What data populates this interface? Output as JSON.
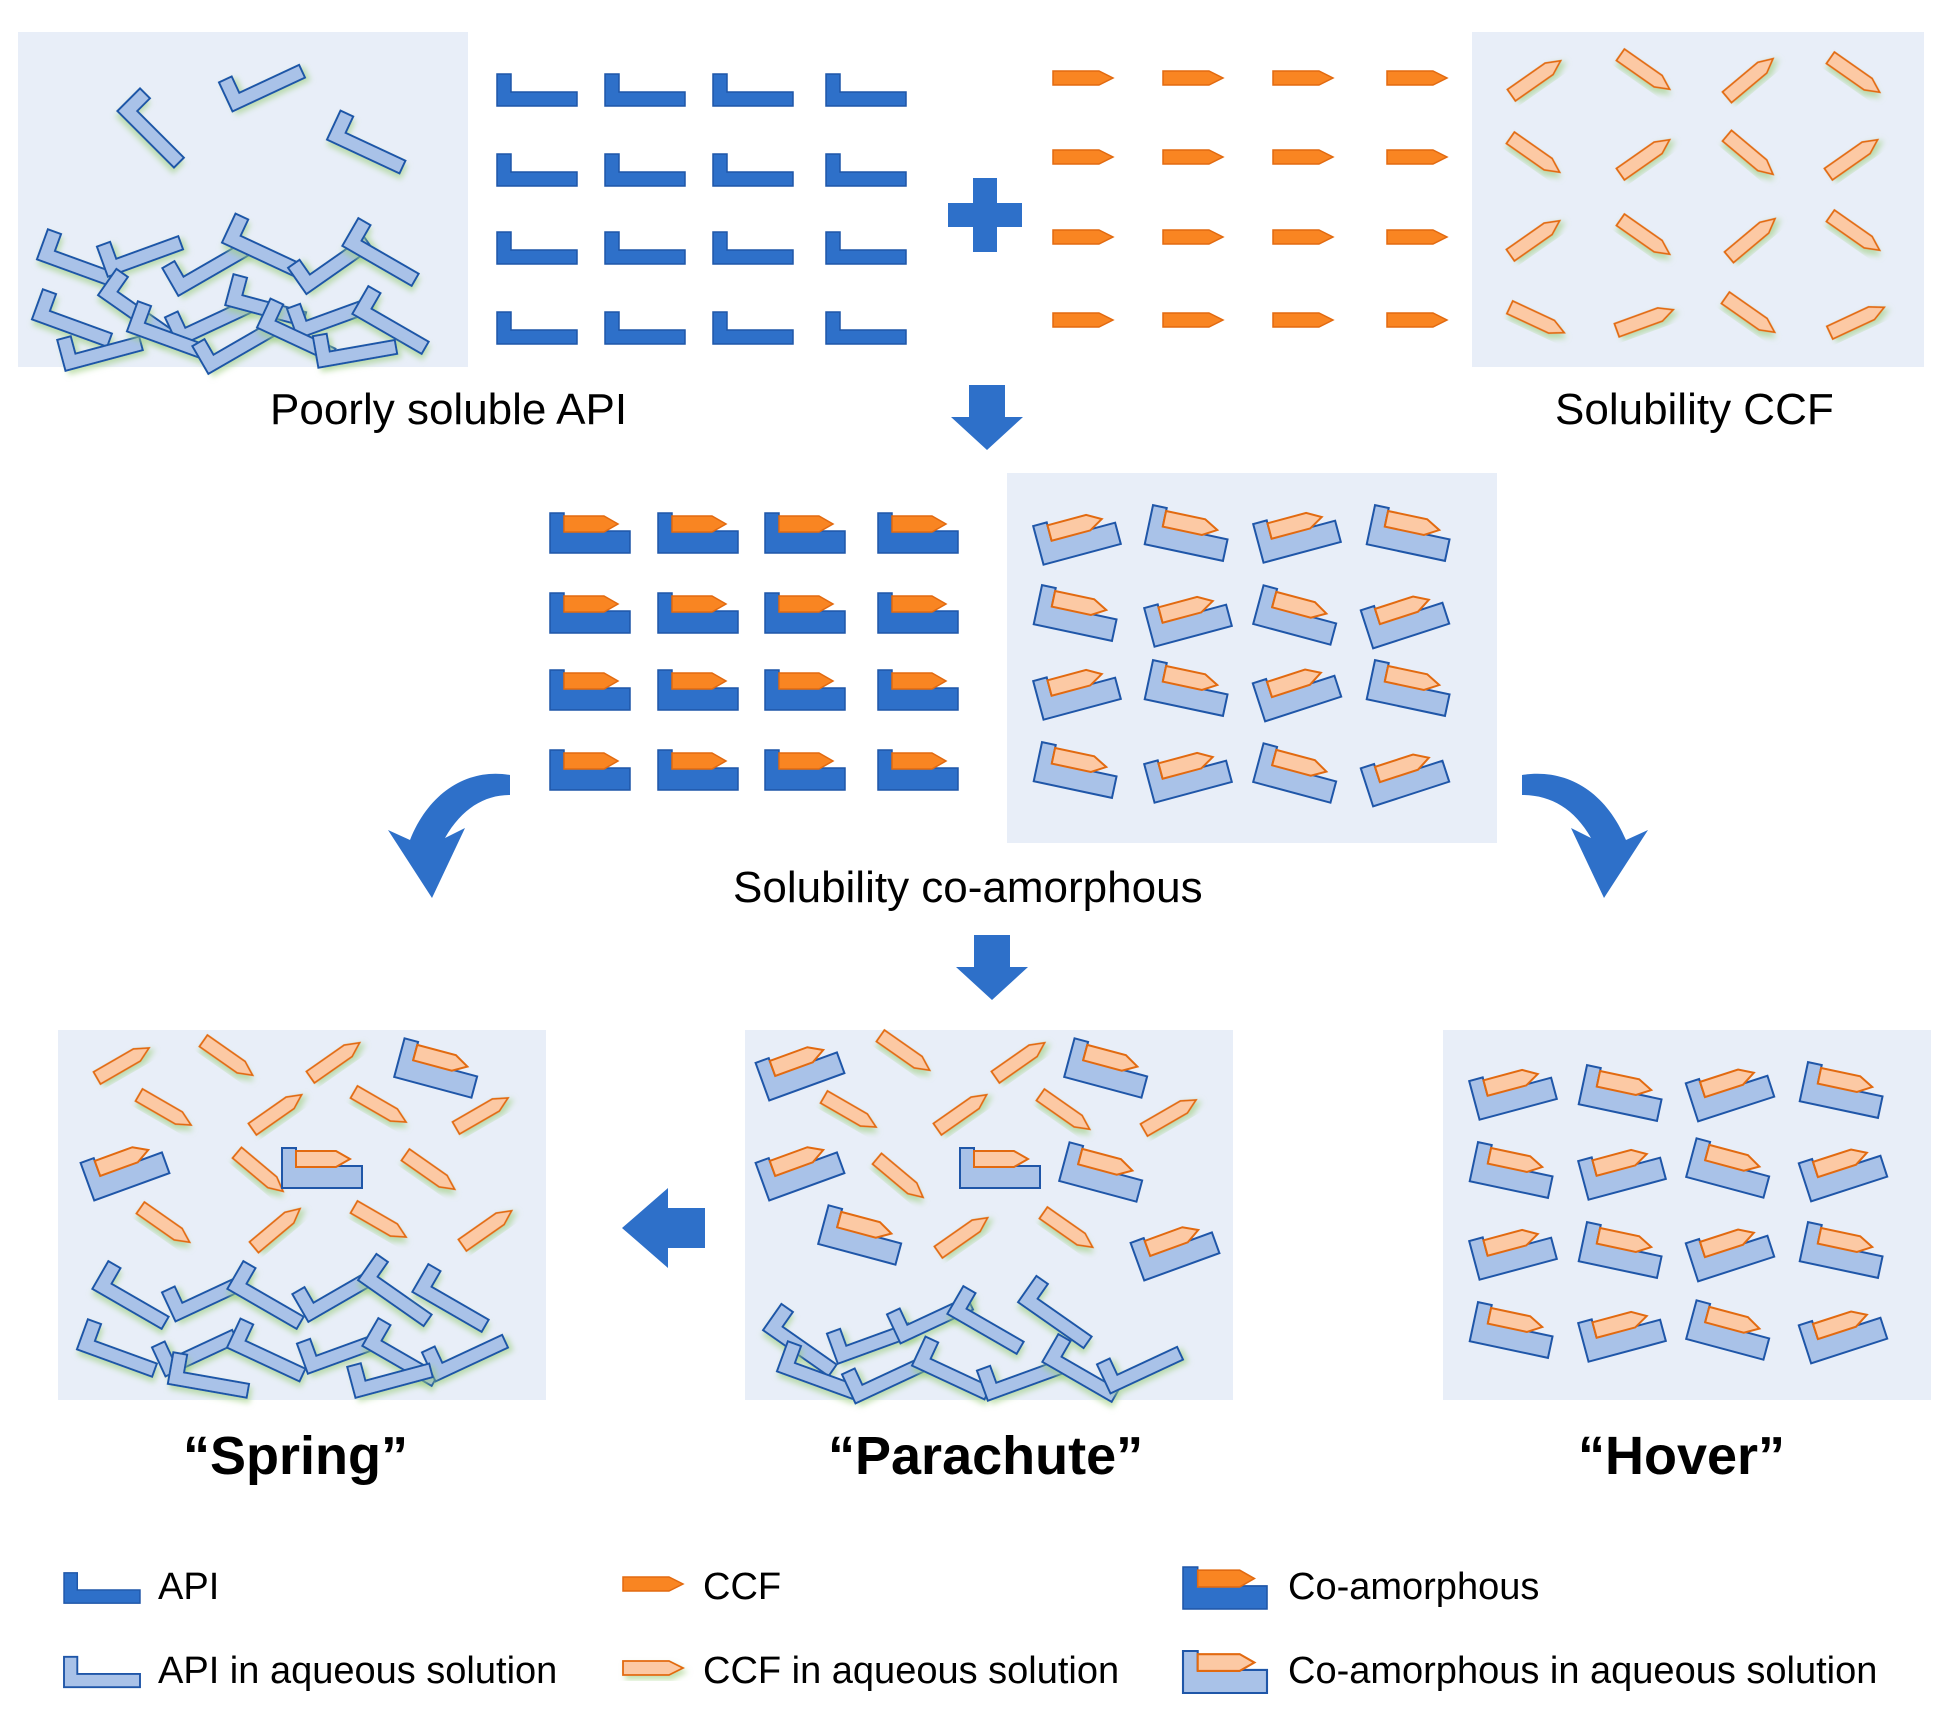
{
  "labels": {
    "poorly_soluble_api": "Poorly soluble API",
    "solubility_ccf": "Solubility CCF",
    "solubility_coamorphous": "Solubility co-amorphous",
    "spring": "“Spring”",
    "parachute": "“Parachute”",
    "hover": "“Hover”"
  },
  "legend": {
    "api": "API",
    "api_aqueous": "API in aqueous solution",
    "ccf": "CCF",
    "ccf_aqueous": "CCF in aqueous solution",
    "coamorphous": "Co-amorphous",
    "coamorphous_aqueous": "Co-amorphous in aqueous solution"
  },
  "colors": {
    "api_solid": "#2E70C9",
    "api_aqueous_fill": "#A9C2E8",
    "api_stroke": "#1F56A8",
    "ccf_solid": "#F98522",
    "ccf_aqueous_fill": "#FCC9A4",
    "ccf_stroke": "#E26A10",
    "panel_bg": "#E8EEF8",
    "arrow": "#2E70C9"
  }
}
